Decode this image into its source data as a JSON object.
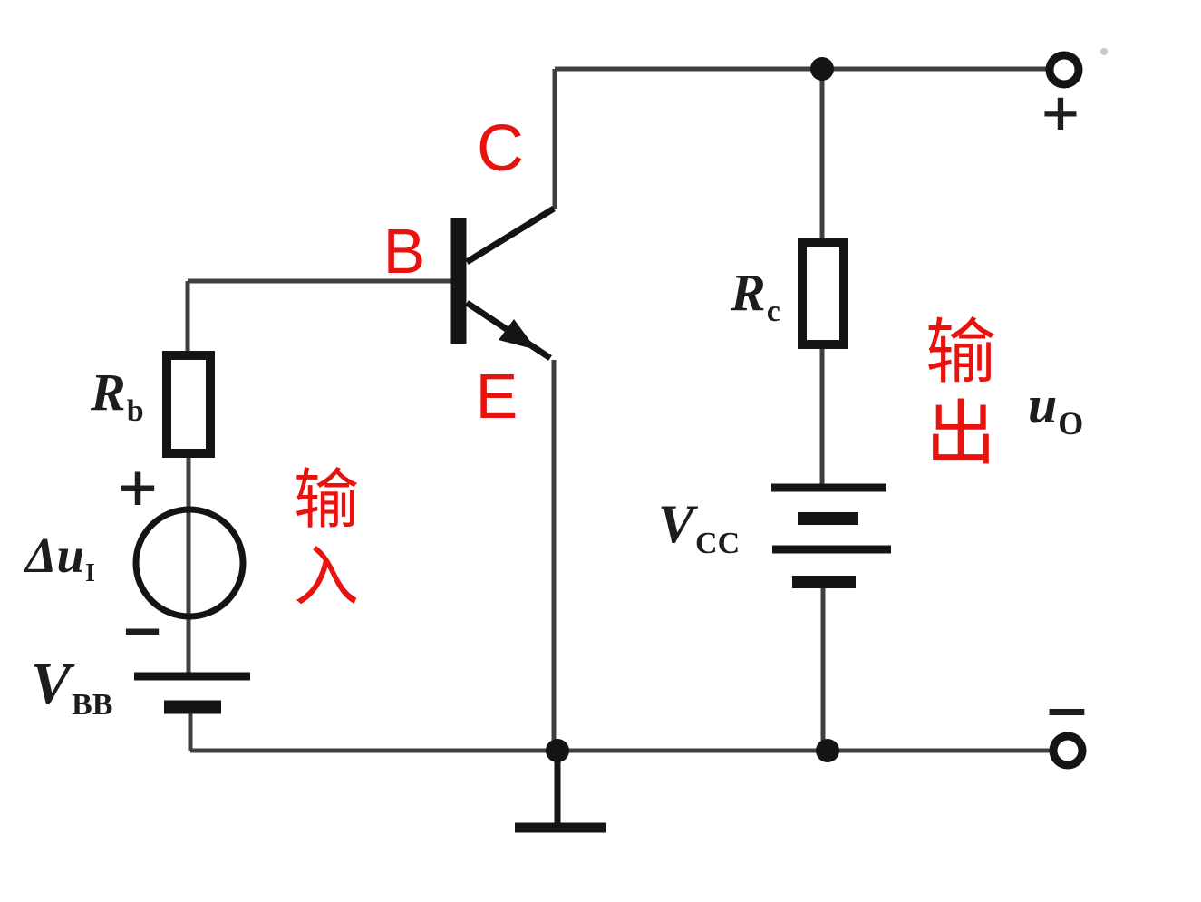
{
  "diagram": {
    "labels": {
      "collector": "C",
      "base": "B",
      "emitter": "E",
      "rb_main": "R",
      "rb_sub": "b",
      "rc_main": "R",
      "rc_sub": "c",
      "source_main": "Δu",
      "source_sub": "I",
      "vbb_main": "V",
      "vbb_sub": "BB",
      "vcc_main": "V",
      "vcc_sub": "CC",
      "uo_main": "u",
      "uo_sub": "O",
      "input_vertical": [
        "输",
        "入"
      ],
      "output_vertical": [
        "输",
        "出"
      ],
      "source_plus": "+",
      "source_minus": "−",
      "output_plus": "+",
      "output_minus": "−"
    },
    "colors": {
      "annotation_red": "#e8120e",
      "wire_gray": "#3f3f3f",
      "component_black": "#141414"
    }
  }
}
